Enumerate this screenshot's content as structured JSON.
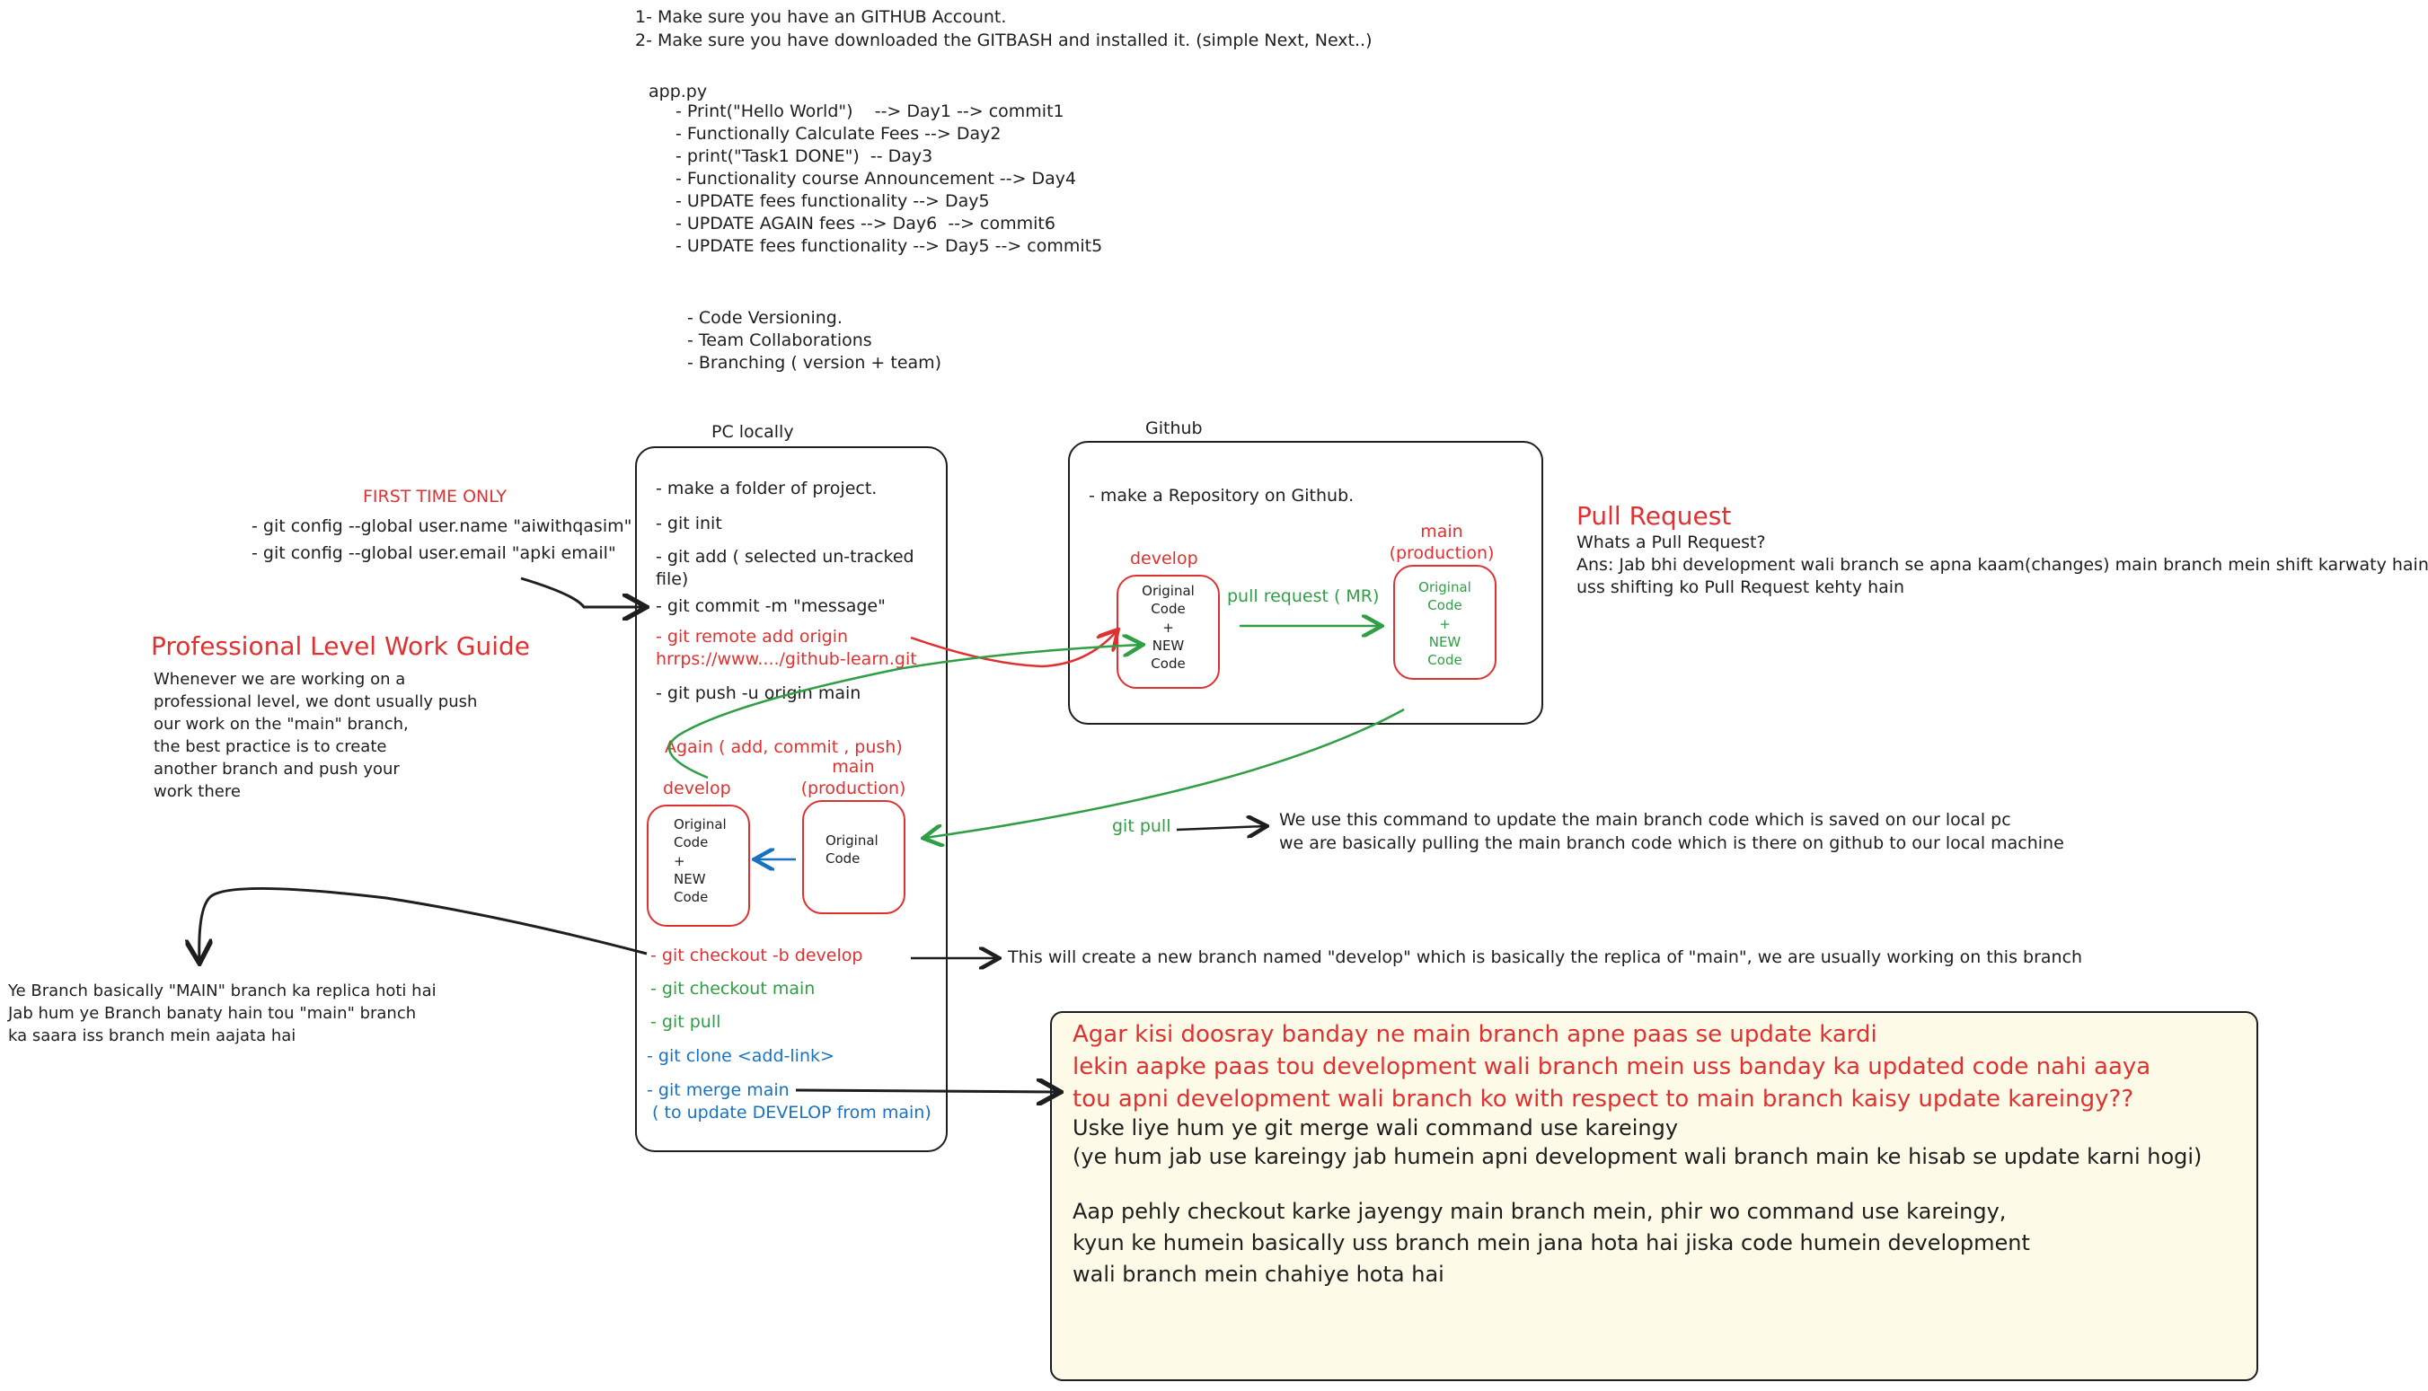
{
  "intro": {
    "line1": "1- Make sure you have an GITHUB Account.",
    "line2": "2- Make sure you have downloaded the GITBASH and installed it. (simple Next, Next..)"
  },
  "app_block": {
    "title": "app.py",
    "lines": [
      "- Print(\"Hello World\")    --> Day1 --> commit1",
      "- Functionally Calculate Fees --> Day2",
      "- print(\"Task1 DONE\")  -- Day3",
      "- Functionality course Announcement --> Day4",
      "- UPDATE fees functionality --> Day5",
      "- UPDATE AGAIN fees --> Day6  --> commit6",
      "- UPDATE fees functionality --> Day5 --> commit5"
    ]
  },
  "benefits": [
    "- Code Versioning.",
    "- Team Collaborations",
    "- Branching ( version + team)"
  ],
  "pc_local": {
    "label": "PC locally",
    "cmd_folder": "- make a folder of project.",
    "cmd_init": "- git init",
    "cmd_add": "- git add ( selected un-tracked\nfile)",
    "cmd_commit": "- git commit -m \"message\"",
    "cmd_remote": "- git remote add origin\nhrrps://www..../github-learn.git",
    "cmd_push": "- git push -u origin main",
    "again": "Again ( add, commit , push)",
    "develop_label": "develop",
    "develop_box": "Original\nCode\n+\nNEW\nCode",
    "main_label": "main\n(production)",
    "main_box": "Original\nCode",
    "cmd_checkout_b": "- git checkout -b develop",
    "cmd_checkout_main": "- git checkout main",
    "cmd_pull": "- git pull",
    "cmd_clone": "- git clone <add-link>",
    "cmd_merge": "- git merge main\n ( to update DEVELOP from main)"
  },
  "first_time": {
    "heading": "FIRST TIME ONLY",
    "line1": "- git config --global user.name \"aiwithqasim\"",
    "line2": "- git config --global user.email \"apki email\""
  },
  "guide": {
    "heading": "Professional Level Work Guide",
    "body": "Whenever we are working on a\nprofessional level, we dont usually push\nour work on the \"main\" branch,\nthe best practice is to create\nanother branch and push your\nwork there"
  },
  "github": {
    "label": "Github",
    "cmd_repo": "- make a Repository on Github.",
    "develop_label": "develop",
    "develop_box": "Original\nCode\n+\nNEW\nCode",
    "pr_label": "pull request ( MR)",
    "main_label": "main\n(production)",
    "main_box": "Original\nCode\n+\nNEW\nCode"
  },
  "pull_request": {
    "heading": "Pull Request",
    "body": "Whats a Pull Request?\nAns: Jab bhi development wali branch se apna kaam(changes) main branch mein shift karwaty hain\nuss shifting ko Pull Request kehty hain"
  },
  "git_pull": {
    "label": "git pull",
    "desc": "We use this command to update the main branch code which is saved on our local pc\nwe are basically pulling the main branch code which is there on github to our local machine"
  },
  "checkout_desc": "This will create a new branch named \"develop\" which is basically the replica of \"main\", we are usually working on this branch",
  "replica_note": "Ye Branch basically \"MAIN\" branch ka replica hoti hai\nJab hum ye Branch banaty hain tou \"main\" branch\nka saara iss branch mein aajata hai",
  "merge_note": {
    "red": "Agar kisi doosray banday ne main branch apne paas se update kardi\nlekin aapke paas tou development wali branch mein uss banday ka updated code nahi aaya\ntou apni development wali branch ko with respect to main branch kaisy update kareingy??",
    "dark1": "Uske liye hum ye git merge wali command use kareingy\n(ye hum jab use kareingy jab humein apni development wali branch main ke hisab se update karni hogi)",
    "dark2": "Aap pehly checkout karke jayengy main branch mein, phir wo command use kareingy,\nkyun ke humein basically uss branch mein jana hota hai jiska code humein development\nwali branch mein chahiye hota hai"
  },
  "colors": {
    "red": "#e03131",
    "green": "#2f9e44",
    "blue": "#1971c2",
    "ink": "#1e1e1e",
    "note_bg": "#fdfbe7"
  }
}
